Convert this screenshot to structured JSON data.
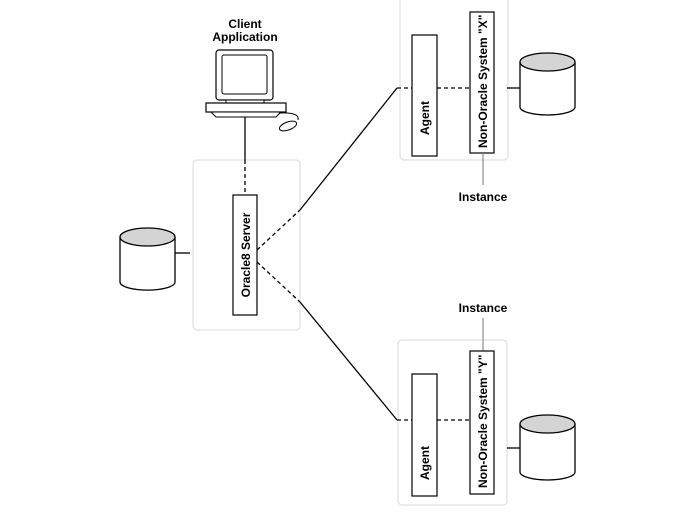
{
  "client": {
    "line1": "Client",
    "line2": "Application"
  },
  "server": {
    "label": "Oracle8 Server"
  },
  "system_x": {
    "agent": "Agent",
    "label": "Non-Oracle System \"X\"",
    "instance": "Instance"
  },
  "system_y": {
    "agent": "Agent",
    "label": "Non-Oracle  System \"Y\"",
    "instance": "Instance"
  },
  "colors": {
    "db_top": "#d4d4d4",
    "frame": "#d8d8d8"
  }
}
